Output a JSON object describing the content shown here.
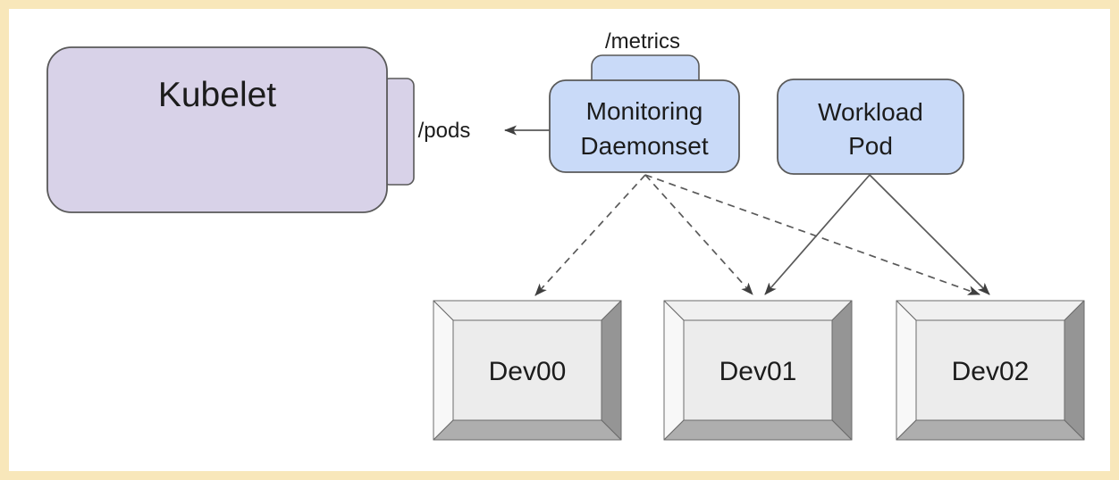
{
  "diagram": {
    "type": "architecture-diagram",
    "nodes": {
      "kubelet": {
        "label": "Kubelet",
        "fill": "#d8d2e8"
      },
      "monitoring_daemonset": {
        "line1": "Monitoring",
        "line2": "Daemonset",
        "fill": "#c9daf8"
      },
      "workload_pod": {
        "line1": "Workload",
        "line2": "Pod",
        "fill": "#c9daf8"
      },
      "dev00": {
        "label": "Dev00"
      },
      "dev01": {
        "label": "Dev01"
      },
      "dev02": {
        "label": "Dev02"
      }
    },
    "endpoints": {
      "metrics": "/metrics",
      "pods": "/pods"
    },
    "edges": [
      {
        "from": "monitoring_daemonset",
        "to": "kubelet-pods-endpoint",
        "style": "solid",
        "arrow": "to"
      },
      {
        "from": "monitoring_daemonset",
        "to": "dev00",
        "style": "dashed",
        "arrow": "to"
      },
      {
        "from": "monitoring_daemonset",
        "to": "dev01",
        "style": "dashed",
        "arrow": "to"
      },
      {
        "from": "monitoring_daemonset",
        "to": "dev02",
        "style": "dashed",
        "arrow": "to"
      },
      {
        "from": "workload_pod",
        "to": "dev01",
        "style": "solid",
        "arrow": "to"
      },
      {
        "from": "workload_pod",
        "to": "dev02",
        "style": "solid",
        "arrow": "to"
      }
    ],
    "colors": {
      "frame_border": "#f8e7ba",
      "canvas": "#ffffff",
      "lavender_fill": "#d8d2e8",
      "blue_fill": "#c9daf8",
      "shape_stroke": "#595959",
      "line": "#595959",
      "arrowhead": "#3f3f3f",
      "machine_top": "#f0f0f0",
      "machine_left": "#f8f8f8",
      "machine_right": "#959595",
      "machine_bottom": "#aeaeae",
      "machine_face": "#ececec"
    }
  }
}
